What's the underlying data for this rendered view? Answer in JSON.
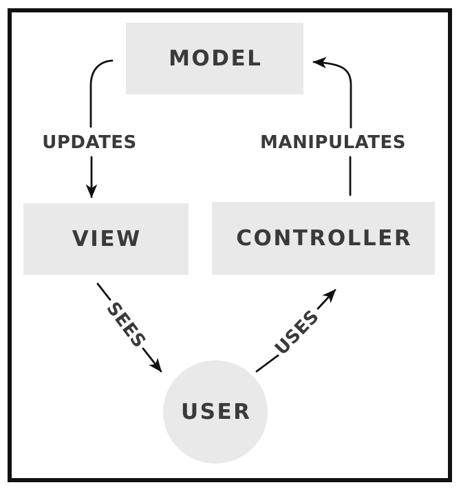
{
  "diagram": {
    "type": "architecture-flow",
    "pattern": "MVC",
    "nodes": {
      "model": {
        "label": "MODEL",
        "shape": "rectangle"
      },
      "view": {
        "label": "VIEW",
        "shape": "rectangle"
      },
      "controller": {
        "label": "CONTROLLER",
        "shape": "rectangle"
      },
      "user": {
        "label": "USER",
        "shape": "circle"
      }
    },
    "edges": [
      {
        "from": "MODEL",
        "to": "VIEW",
        "label": "UPDATES"
      },
      {
        "from": "CONTROLLER",
        "to": "MODEL",
        "label": "MANIPULATES"
      },
      {
        "from": "VIEW",
        "to": "USER",
        "label": "SEES"
      },
      {
        "from": "USER",
        "to": "CONTROLLER",
        "label": "USES"
      }
    ],
    "colors": {
      "background": "#ffffff",
      "frame": "#111111",
      "node_fill": "#e9e9e9",
      "node_text": "#3a3a3a",
      "label_text": "#3a3a3a",
      "arrow": "#111111"
    }
  }
}
